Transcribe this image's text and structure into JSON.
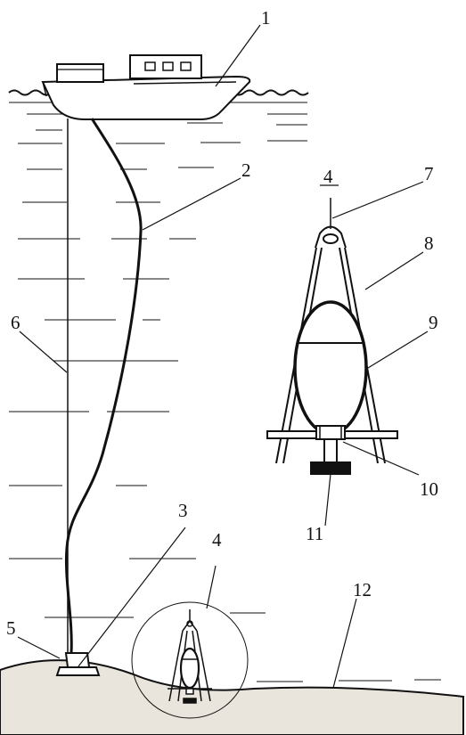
{
  "labels": {
    "l1": "1",
    "l2": "2",
    "l3": "3",
    "l4_detail": "4",
    "l4_circle": "4",
    "l5": "5",
    "l6": "6",
    "l7": "7",
    "l8": "8",
    "l9": "9",
    "l10": "10",
    "l11": "11",
    "l12": "12"
  },
  "colors": {
    "ink": "#111111",
    "seabed": "#e9e4dc",
    "paper": "#ffffff"
  }
}
